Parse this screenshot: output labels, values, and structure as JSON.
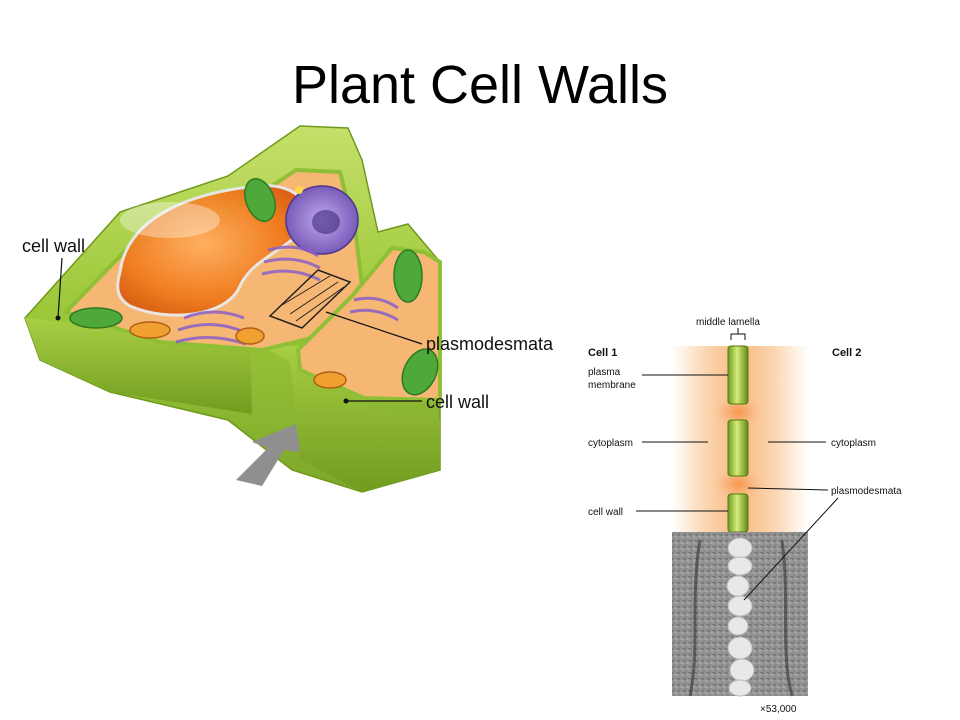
{
  "title": "Plant Cell Walls",
  "left_figure": {
    "labels": {
      "cell_wall_top": "cell wall",
      "plasmodesmata": "plasmodesmata",
      "cell_wall_bottom": "cell wall"
    }
  },
  "right_figure": {
    "labels": {
      "middle_lamella": "middle lamella",
      "cell_1": "Cell 1",
      "cell_2": "Cell 2",
      "plasma": "plasma",
      "membrane": "membrane",
      "cytoplasm_left": "cytoplasm",
      "cytoplasm_right": "cytoplasm",
      "plasmodesmata": "plasmodesmata",
      "cell_wall": "cell wall",
      "magnification": "×53,000"
    }
  },
  "colors": {
    "wall_green": "#9cc83a",
    "wall_dark": "#6e9a1c",
    "cytoplasm_orange": "#f39a3c",
    "vacuole_orange": "#f07a1c",
    "nucleus_purple": "#8a6ac8",
    "peach": "#f9c79a"
  }
}
